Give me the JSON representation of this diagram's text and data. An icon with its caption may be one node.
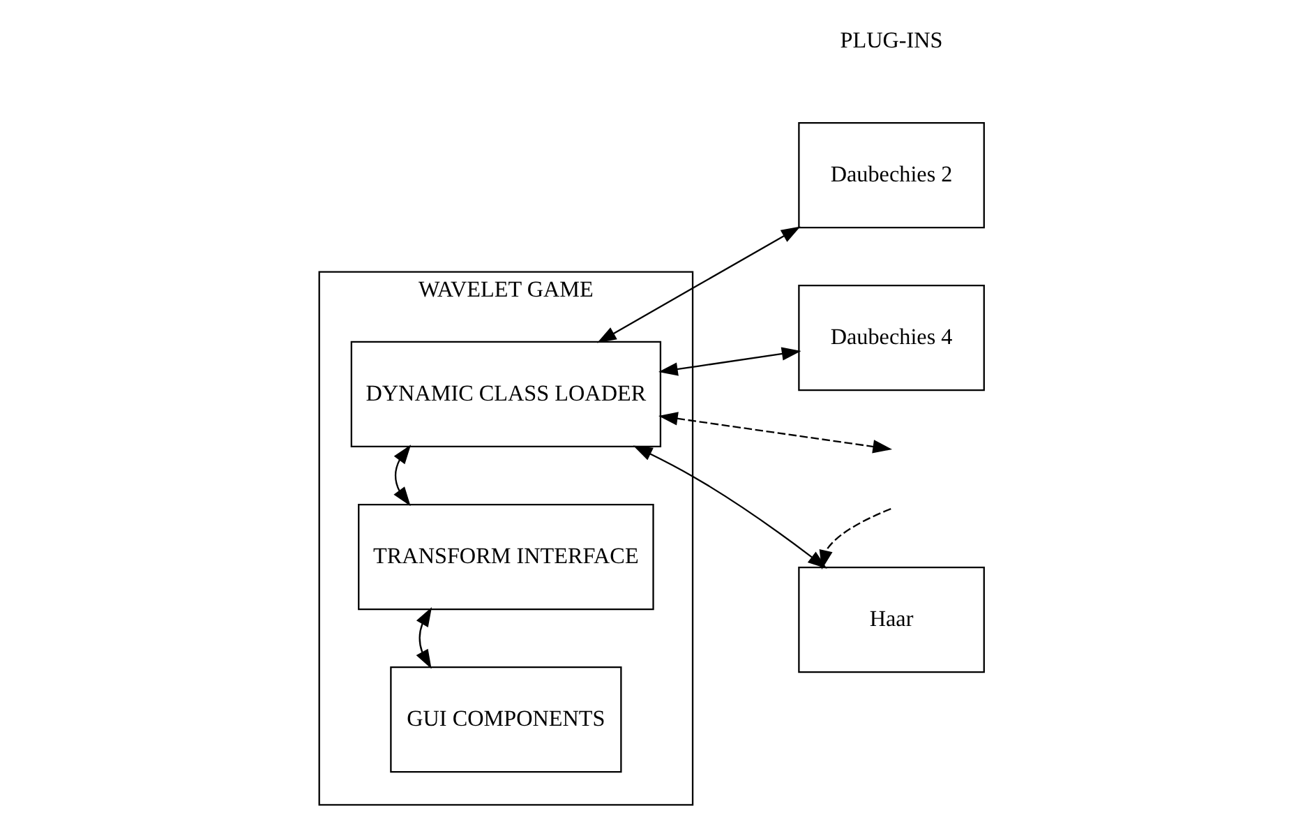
{
  "diagram": {
    "nodes": [
      {
        "text": [
          "WAVELET GAME"
        ]
      },
      {
        "text": [
          "GUI COMPONENTS"
        ],
        "in": 0
      },
      {
        "text": [
          "TRANSFORM INTERFACE"
        ],
        "in": 0
      },
      {
        "text": [
          "DYNAMIC CLASS LOADER"
        ],
        "in": 0
      },
      {
        "text": [
          "Daubechies 2"
        ]
      },
      {
        "text": [
          "Daubechies 4"
        ]
      },
      {
        "text": [
          "Haar"
        ]
      }
    ],
    "edges": [
      {
        "from": 1,
        "to": 2,
        "arrow": "both"
      },
      {
        "from": 2,
        "to": 3,
        "arrow": "both"
      },
      {
        "from": 3,
        "to": 4,
        "arrow": "both"
      },
      {
        "from": 3,
        "to": 5,
        "arrow": "both"
      },
      {
        "from": 3,
        "to": null,
        "arrow": "both",
        "style": "dashed"
      },
      {
        "from": null,
        "to": 6,
        "arrow": "to",
        "style": "dashed"
      },
      {
        "from": 3,
        "to": 6,
        "arrow": "both"
      }
    ],
    "labels": [
      "PLUG-INS"
    ]
  }
}
